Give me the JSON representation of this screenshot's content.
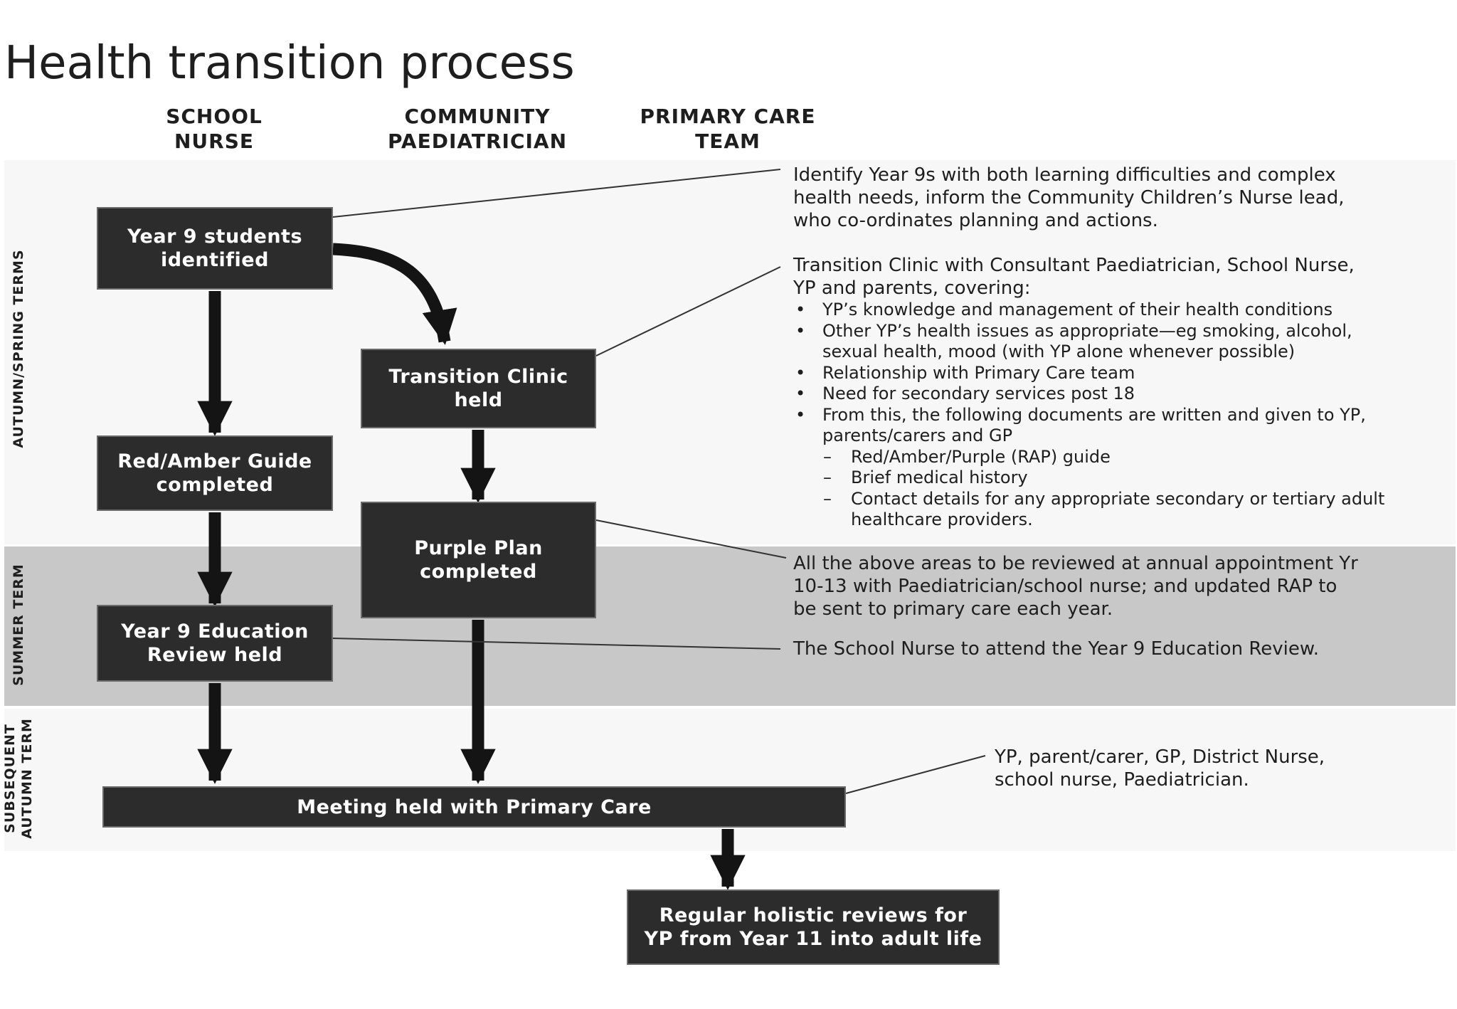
{
  "title": "Health transition process",
  "columns": {
    "school_nurse": [
      "SCHOOL",
      "NURSE"
    ],
    "community_paediatrician": [
      "COMMUNITY",
      "PAEDIATRICIAN"
    ],
    "primary_care_team": [
      "PRIMARY CARE",
      "TEAM"
    ]
  },
  "terms": {
    "autumn_spring": "AUTUMN/SPRING TERMS",
    "summer": "SUMMER TERM",
    "subsequent_autumn": [
      "SUBSEQUENT",
      "AUTUMN TERM"
    ]
  },
  "boxes": {
    "year9_identified": [
      "Year 9 students",
      "identified"
    ],
    "transition_clinic": [
      "Transition Clinic",
      "held"
    ],
    "red_amber_guide": [
      "Red/Amber Guide",
      "completed"
    ],
    "purple_plan": [
      "Purple Plan",
      "completed"
    ],
    "education_review": [
      "Year 9 Education",
      "Review held"
    ],
    "meeting_primary_care": "Meeting held with Primary Care",
    "regular_reviews": [
      "Regular holistic reviews for",
      "YP from Year 11 into adult life"
    ]
  },
  "notes": {
    "identify": [
      "Identify Year 9s with both learning difficulties and complex",
      "health needs, inform the Community Children’s Nurse lead,",
      "who co-ordinates planning and actions."
    ],
    "clinic_intro": [
      "Transition Clinic with Consultant Paediatrician, School Nurse,",
      "YP and parents, covering:"
    ],
    "clinic_items": [
      "YP’s knowledge and management of their health conditions",
      "Other YP’s health issues as appropriate—eg smoking, alcohol,",
      "sexual health, mood (with YP alone whenever possible)",
      "Relationship with Primary Care team",
      "Need for secondary services post 18",
      "From this, the following documents are written and given to YP,",
      "parents/carers and GP",
      "Red/Amber/Purple (RAP) guide",
      "Brief medical history",
      "Contact details for any appropriate secondary or tertiary adult",
      "healthcare providers."
    ],
    "annual": [
      "All the above areas to be reviewed at annual appointment Yr",
      "10-13 with Paediatrician/school nurse; and updated RAP to",
      "be sent to primary care each year."
    ],
    "attend": "The School Nurse to attend the Year 9 Education Review.",
    "attendees": [
      "YP, parent/carer, GP, District Nurse,",
      "school nurse, Paediatrician."
    ]
  }
}
